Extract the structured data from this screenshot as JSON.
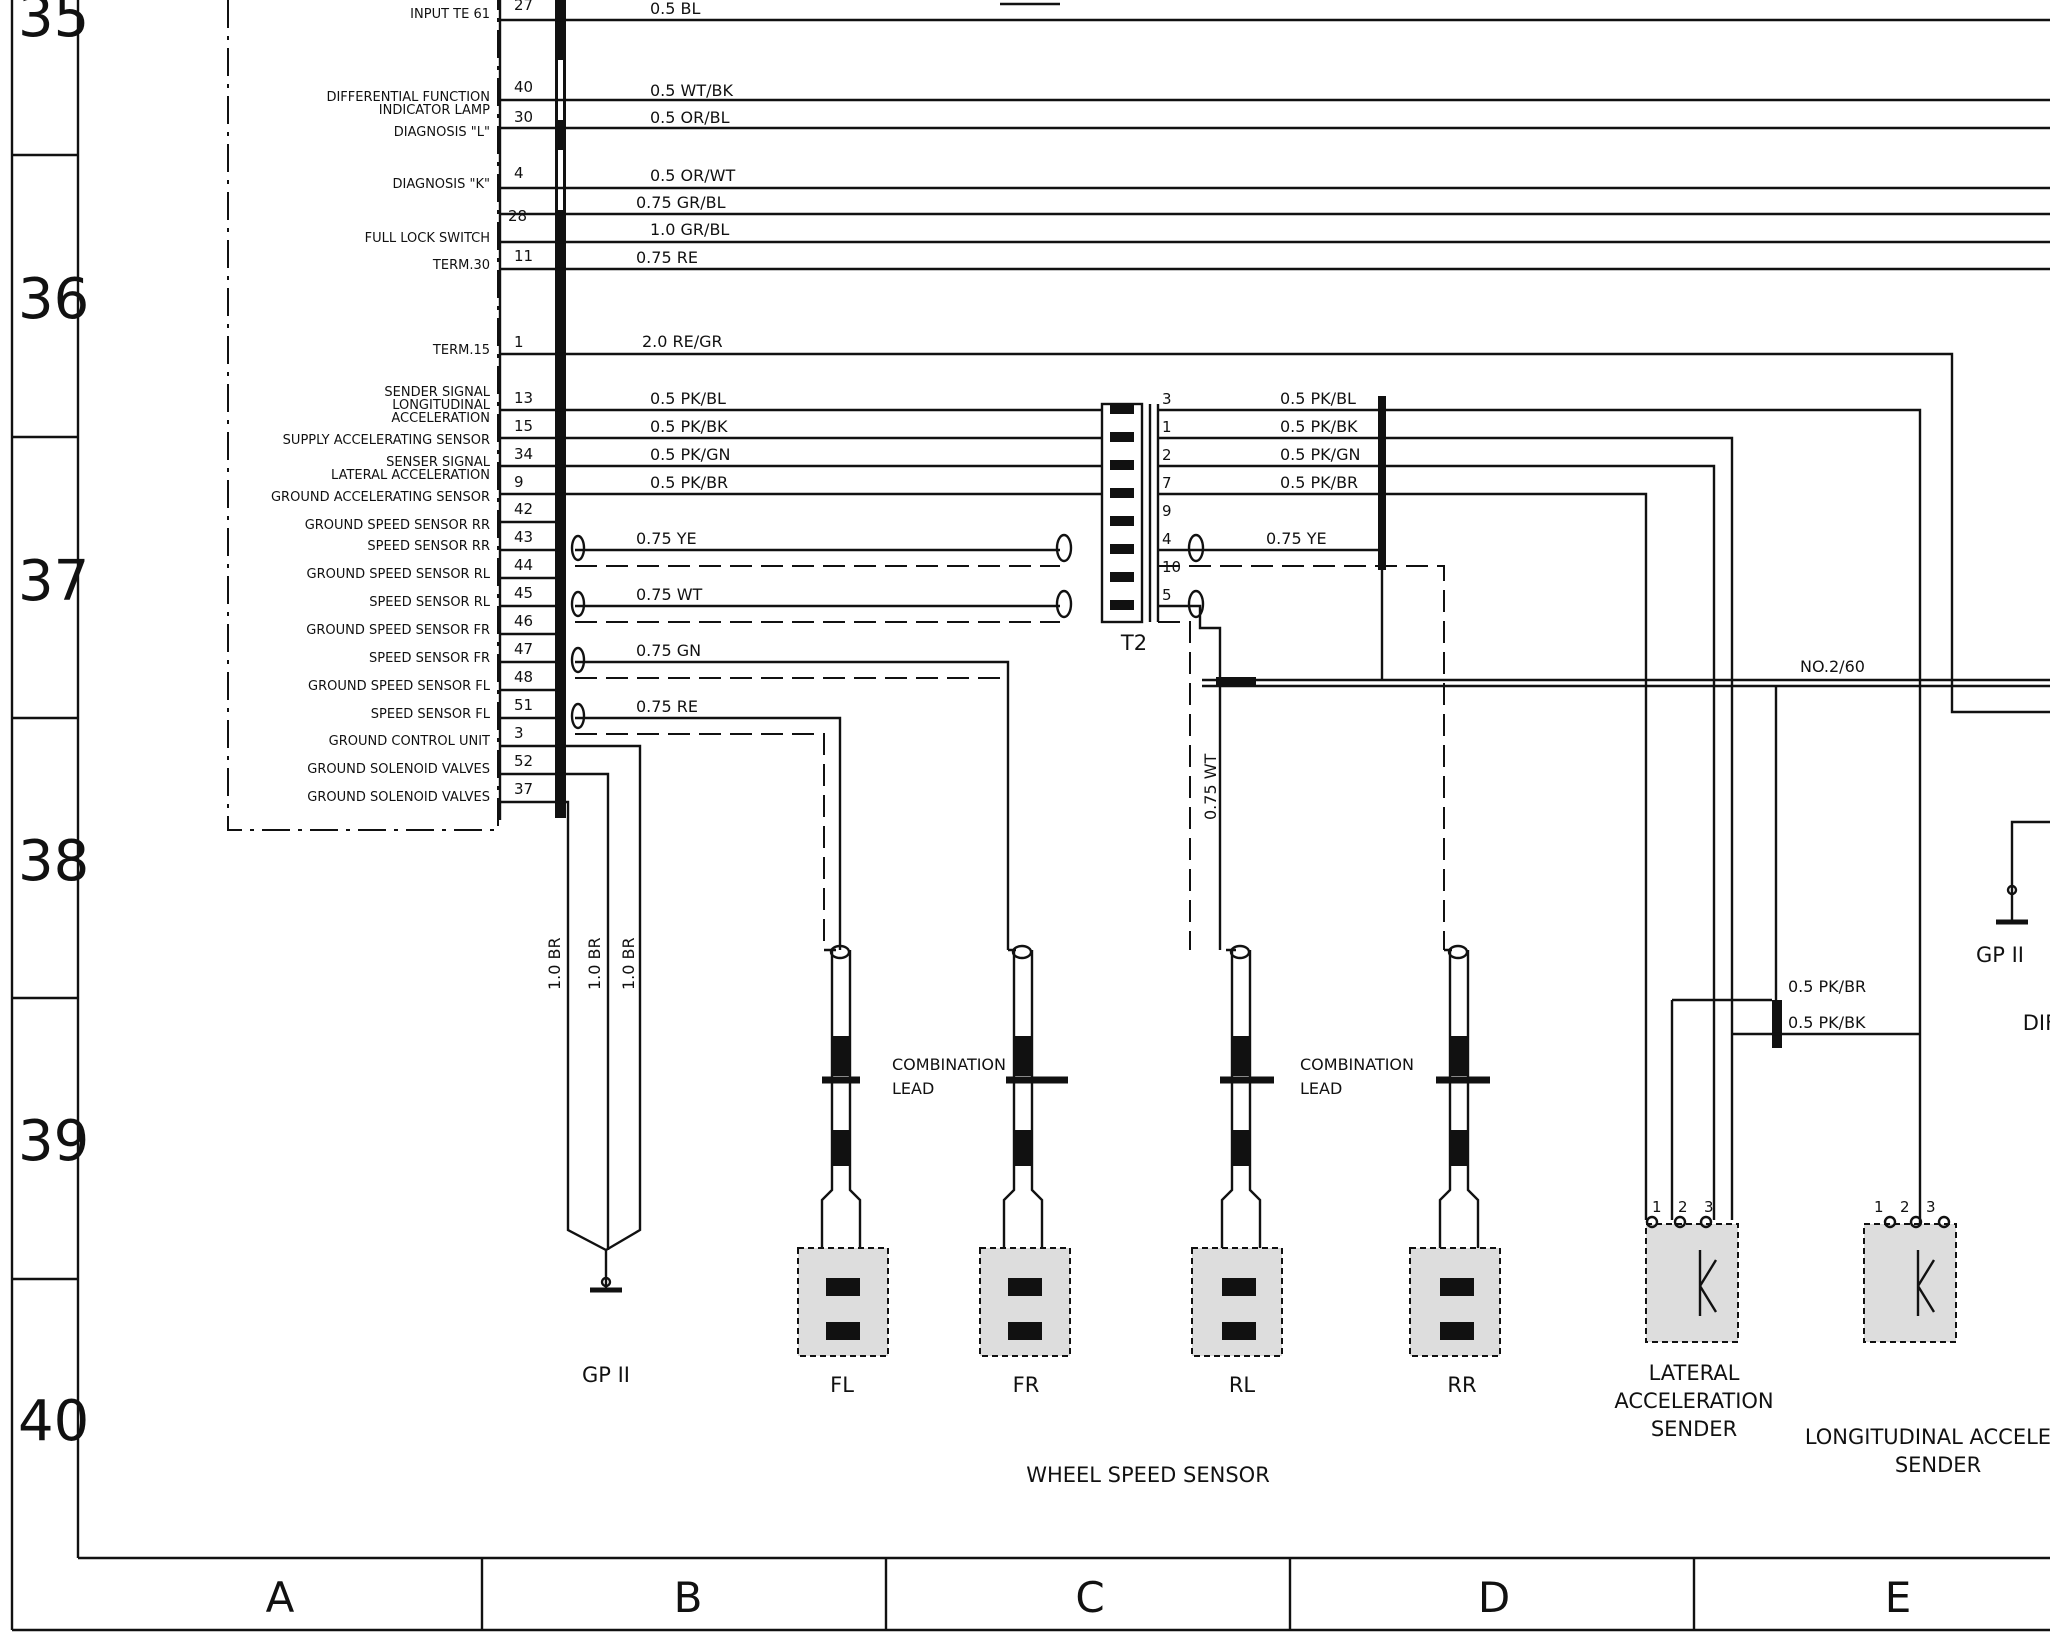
{
  "title": "",
  "row_numbers": [
    "35",
    "36",
    "37",
    "38",
    "39",
    "40"
  ],
  "column_letters": [
    "A",
    "B",
    "C",
    "D",
    "E"
  ],
  "control_unit_pins": [
    {
      "label": "INPUT TE 61",
      "pin": "27"
    },
    {
      "label": "DIFFERENTIAL FUNCTION",
      "label2": "INDICATOR LAMP",
      "pin": "40"
    },
    {
      "label": "DIAGNOSIS \"L\"",
      "pin": "30"
    },
    {
      "label": "DIAGNOSIS \"K\"",
      "pin": "4"
    },
    {
      "label": "",
      "pin": "28"
    },
    {
      "label": "FULL LOCK SWITCH",
      "pin": ""
    },
    {
      "label": "TERM.30",
      "pin": "11"
    },
    {
      "label": "TERM.15",
      "pin": "1"
    },
    {
      "label": "SENDER SIGNAL",
      "label2": "LONGITUDINAL",
      "label3": "ACCELERATION",
      "pin": "13"
    },
    {
      "label": "SUPPLY ACCELERATING SENSOR",
      "pin": "15"
    },
    {
      "label": "SENSER SIGNAL",
      "label2": "LATERAL ACCELERATION",
      "pin": "34"
    },
    {
      "label": "GROUND ACCELERATING SENSOR",
      "pin": "9"
    },
    {
      "label": "GROUND SPEED SENSOR RR",
      "pin": "42"
    },
    {
      "label": "SPEED SENSOR RR",
      "pin": "43"
    },
    {
      "label": "GROUND SPEED SENSOR RL",
      "pin": "44"
    },
    {
      "label": "SPEED SENSOR RL",
      "pin": "45"
    },
    {
      "label": "GROUND SPEED SENSOR FR",
      "pin": "46"
    },
    {
      "label": "SPEED SENSOR FR",
      "pin": "47"
    },
    {
      "label": "GROUND SPEED SENSOR FL",
      "pin": "48"
    },
    {
      "label": "SPEED SENSOR FL",
      "pin": "51"
    },
    {
      "label": "GROUND CONTROL UNIT",
      "pin": "3"
    },
    {
      "label": "GROUND SOLENOID VALVES",
      "pin": "52"
    },
    {
      "label": "GROUND SOLENOID VALVES",
      "pin": "37"
    }
  ],
  "wire_labels": [
    "0.5 BL",
    "0.5 WT/BK",
    "0.5 OR/BL",
    "0.5 OR/WT",
    "0.75 GR/BL",
    "1.0 GR/BL",
    "0.75 RE",
    "2.0 RE/GR",
    "0.5 PK/BL",
    "0.5 PK/BK",
    "0.5 PK/GN",
    "0.5 PK/BR",
    "0.75 YE",
    "0.75 WT",
    "0.75 GN",
    "0.75 RE"
  ],
  "connector_t2": {
    "name": "T2",
    "pins": [
      "3",
      "1",
      "2",
      "7",
      "9",
      "4",
      "10",
      "5"
    ],
    "right_wires": [
      "0.5 PK/BL",
      "0.5 PK/BK",
      "0.5 PK/GN",
      "0.5 PK/BR",
      "0.75 YE"
    ]
  },
  "ground_wires": [
    "1.0 BR",
    "1.0 BR",
    "1.0 BR"
  ],
  "ground_point": "GP II",
  "ground_point_right": "GP II",
  "vertical_wire": "0.75 WT",
  "splice_label": "NO.2/60",
  "sender_wires": [
    "0.5 PK/BR",
    "0.5 PK/BK"
  ],
  "combination_lead": [
    "COMBINATION",
    "LEAD"
  ],
  "wheel_sensors": [
    "FL",
    "FR",
    "RL",
    "RR"
  ],
  "wheel_speed_sensor": "WHEEL SPEED SENSOR",
  "lateral_sender": [
    "LATERAL",
    "ACCELERATION",
    "SENDER"
  ],
  "longitudinal_sender": [
    "LONGITUDINAL ACCELERA",
    "SENDER"
  ],
  "sender_pins": [
    "1",
    "2",
    "3"
  ],
  "cut_off_label": "DIF"
}
